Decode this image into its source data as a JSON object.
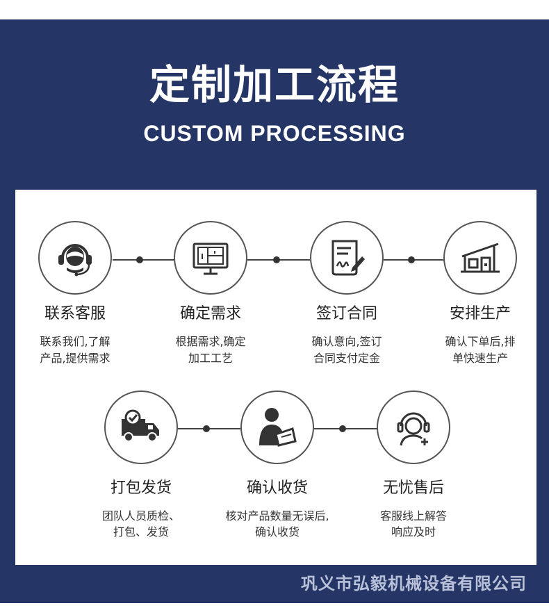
{
  "header": {
    "title": "定制加工流程",
    "subtitle": "CUSTOM PROCESSING"
  },
  "steps": [
    {
      "title": "联系客服",
      "desc_line1": "联系我们,了解",
      "desc_line2": "产品,提供需求",
      "icon": "customer-service-headset-icon"
    },
    {
      "title": "确定需求",
      "desc_line1": "根据需求,确定",
      "desc_line2": "加工工艺",
      "icon": "blueprint-monitor-icon"
    },
    {
      "title": "签订合同",
      "desc_line1": "确认意向,签订",
      "desc_line2": "合同支付定金",
      "icon": "contract-sign-icon"
    },
    {
      "title": "安排生产",
      "desc_line1": "确认下单后,排",
      "desc_line2": "单快速生产",
      "icon": "factory-icon"
    },
    {
      "title": "打包发货",
      "desc_line1": "团队人员质检、",
      "desc_line2": "打包、发货",
      "icon": "delivery-truck-icon"
    },
    {
      "title": "确认收货",
      "desc_line1": "核对产品数量无误后,",
      "desc_line2": "确认收货",
      "icon": "person-receipt-icon"
    },
    {
      "title": "无忧售后",
      "desc_line1": "客服线上解答",
      "desc_line2": "响应及时",
      "icon": "after-sales-support-icon"
    }
  ],
  "footer": {
    "company": "巩义市弘毅机械设备有限公司"
  },
  "colors": {
    "banner": "#243566",
    "panel": "#ffffff",
    "footer_text": "#b9c1d8"
  }
}
